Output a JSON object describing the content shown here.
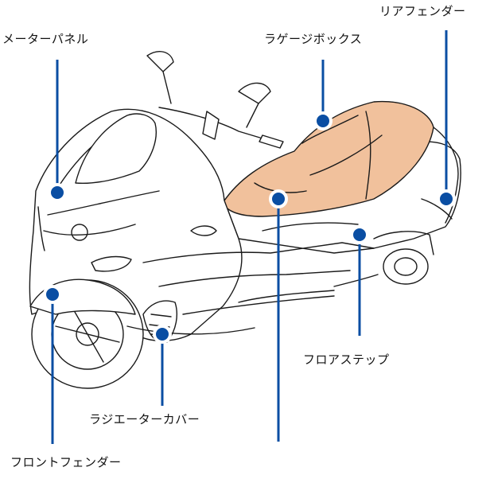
{
  "labels": {
    "meter_panel": "メーターパネル",
    "luggage_box": "ラゲージボックス",
    "rear_fender": "リアフェンダー",
    "floor_step": "フロアステップ",
    "radiator_cover": "ラジエーターカバー",
    "front_fender": "フロントフェンダー"
  },
  "colors": {
    "callout": "#0a4ea3",
    "seat_fill": "#f1c19c",
    "outline": "#1a1a1a"
  }
}
